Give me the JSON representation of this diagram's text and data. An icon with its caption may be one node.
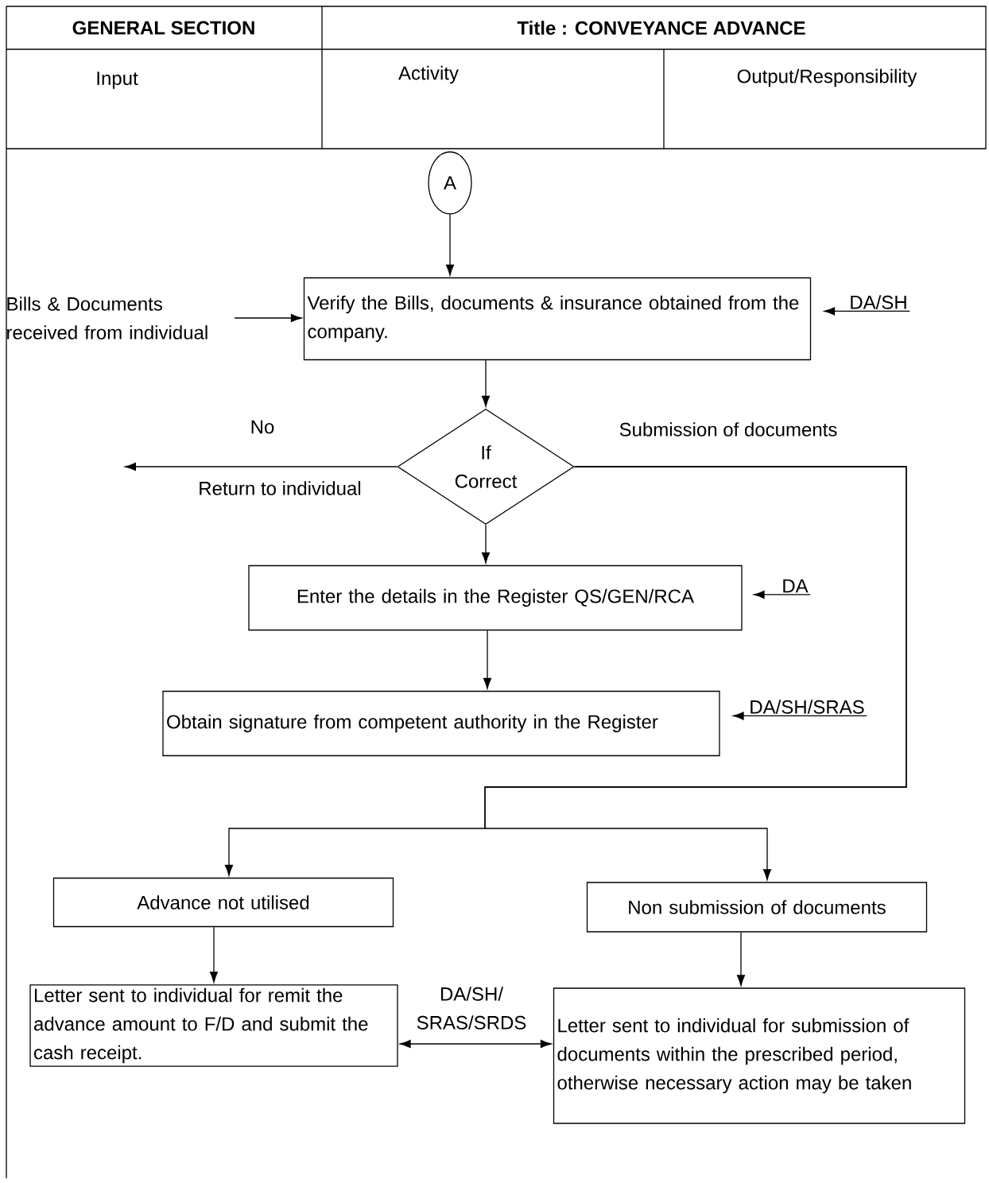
{
  "diagram": {
    "nodes": [
      {
        "text": [
          "A"
        ]
      },
      {
        "text": [
          "Bills & Documents received from individual"
        ]
      },
      {
        "text": [
          "Verify the Bills, documents & insurance obtained from the company."
        ]
      },
      {
        "text": [
          "DA/SH"
        ]
      },
      {
        "text": [
          "If Correct"
        ]
      },
      {
        "text": [
          "Enter the details in the Register QS/GEN/RCA"
        ]
      },
      {
        "text": [
          "DA"
        ]
      },
      {
        "text": [
          "Obtain signature from competent authority in the Register"
        ]
      },
      {
        "text": [
          "DA/SH/SRAS"
        ]
      },
      {
        "text": [
          "Advance not utilised"
        ]
      },
      {
        "text": [
          "Non submission of documents"
        ]
      },
      {
        "text": [
          "Letter sent to individual for remit the advance amount to F/D and submit the cash receipt."
        ]
      },
      {
        "text": [
          "Letter sent to individual for submission of documents within the prescribed period, otherwise necessary action may be taken"
        ]
      }
    ],
    "edges": [
      {
        "from": 0,
        "to": 2,
        "arrow": "to"
      },
      {
        "from": 1,
        "to": 2,
        "arrow": "to"
      },
      {
        "from": 3,
        "to": 2,
        "arrow": "to"
      },
      {
        "from": 2,
        "to": 4,
        "arrow": "to"
      },
      {
        "from": 4,
        "to": null,
        "arrow": "to",
        "label": "Return to individual"
      },
      {
        "from": 4,
        "to": 5,
        "arrow": "to"
      },
      {
        "from": 6,
        "to": 5,
        "arrow": "to"
      },
      {
        "from": 5,
        "to": 7,
        "arrow": "to"
      },
      {
        "from": 8,
        "to": 7,
        "arrow": "to"
      },
      {
        "from": 4,
        "to": 9,
        "arrow": "to",
        "label": "Submission of documents"
      },
      {
        "from": 4,
        "to": 10,
        "arrow": "to"
      },
      {
        "from": 9,
        "to": 11,
        "arrow": "to"
      },
      {
        "from": 10,
        "to": 12,
        "arrow": "to"
      },
      {
        "from": 11,
        "to": 12,
        "arrow": "both",
        "label": "DA/SH/ SRAS/SRDS"
      }
    ],
    "labels": [
      "GENERAL SECTION",
      "Title : CONVEYANCE ADVANCE",
      "Input",
      "Activity",
      "Output/Responsibility",
      "No"
    ]
  }
}
